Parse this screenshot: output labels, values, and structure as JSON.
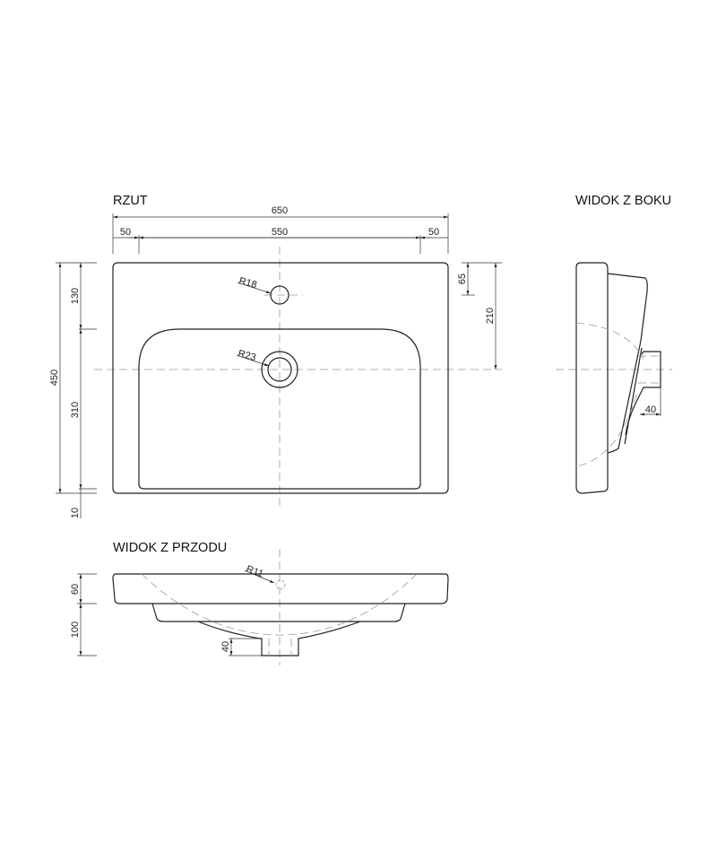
{
  "views": {
    "top": {
      "title": "RZUT"
    },
    "side": {
      "title": "WIDOK Z BOKU"
    },
    "front": {
      "title": "WIDOK Z PRZODU"
    }
  },
  "dimensions": {
    "total_width": "650",
    "left_margin": "50",
    "inner_width": "550",
    "right_margin": "50",
    "total_depth": "450",
    "front_to_basin": "130",
    "basin_depth": "310",
    "rear_margin": "10",
    "tap_hole_offset": "65",
    "drain_offset": "210",
    "tap_hole_radius": "R18",
    "drain_radius": "R23",
    "side_outlet": "40",
    "front_slab_height": "60",
    "front_bowl_height": "100",
    "front_outlet": "40",
    "overflow_radius": "R11"
  }
}
